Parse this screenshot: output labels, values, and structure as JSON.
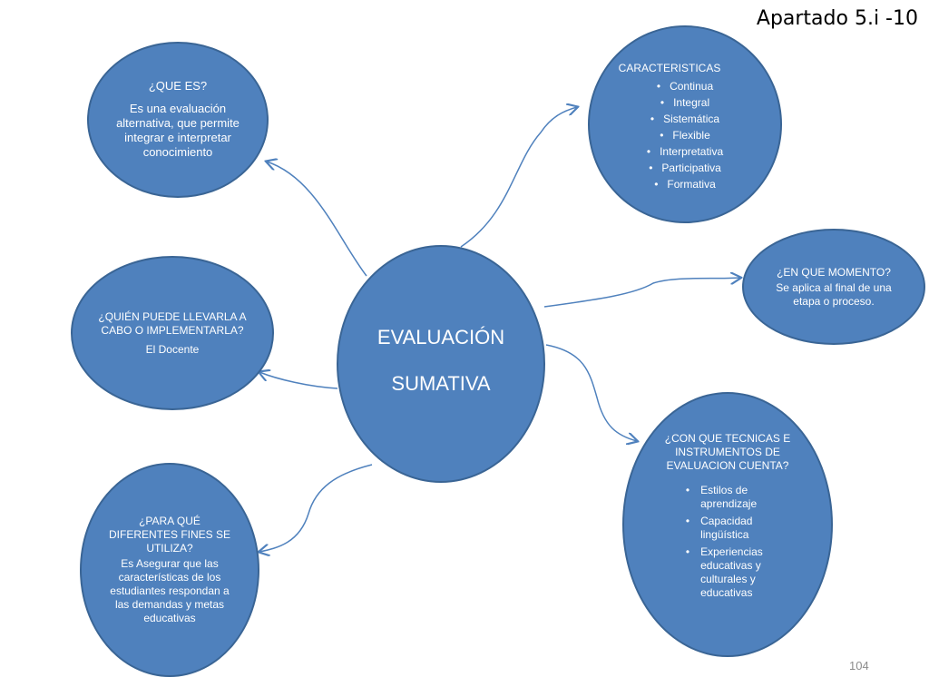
{
  "slide_label": "Apartado 5.i -10",
  "page_number": "104",
  "colors": {
    "node_fill": "#4f81bd",
    "node_border": "#3a6595",
    "connector": "#4f81bd",
    "text": "#ffffff"
  },
  "center": {
    "line1": "EVALUACIÓN",
    "line2": "SUMATIVA"
  },
  "que_es": {
    "title": "¿QUE ES?",
    "body": "Es una evaluación alternativa, que permite integrar e interpretar conocimiento"
  },
  "caracteristicas": {
    "title": "CARACTERISTICAS",
    "items": [
      "Continua",
      "Integral",
      "Sistemática",
      "Flexible",
      "Interpretativa",
      "Participativa",
      "Formativa"
    ]
  },
  "quien": {
    "title": "¿QUIÉN PUEDE LLEVARLA A CABO O IMPLEMENTARLA?",
    "body": "El Docente"
  },
  "momento": {
    "title": "¿EN QUE MOMENTO?",
    "body": "Se aplica al final de una etapa o proceso."
  },
  "fines": {
    "title": "¿PARA QUÉ DIFERENTES FINES SE UTILIZA?",
    "body": "Es Asegurar que las características de los estudiantes respondan a las demandas y metas educativas"
  },
  "tecnicas": {
    "title": "¿CON QUE TECNICAS E INSTRUMENTOS DE EVALUACION CUENTA?",
    "items": [
      "Estilos de aprendizaje",
      "Capacidad lingüística",
      "Experiencias educativas y culturales y educativas"
    ]
  }
}
